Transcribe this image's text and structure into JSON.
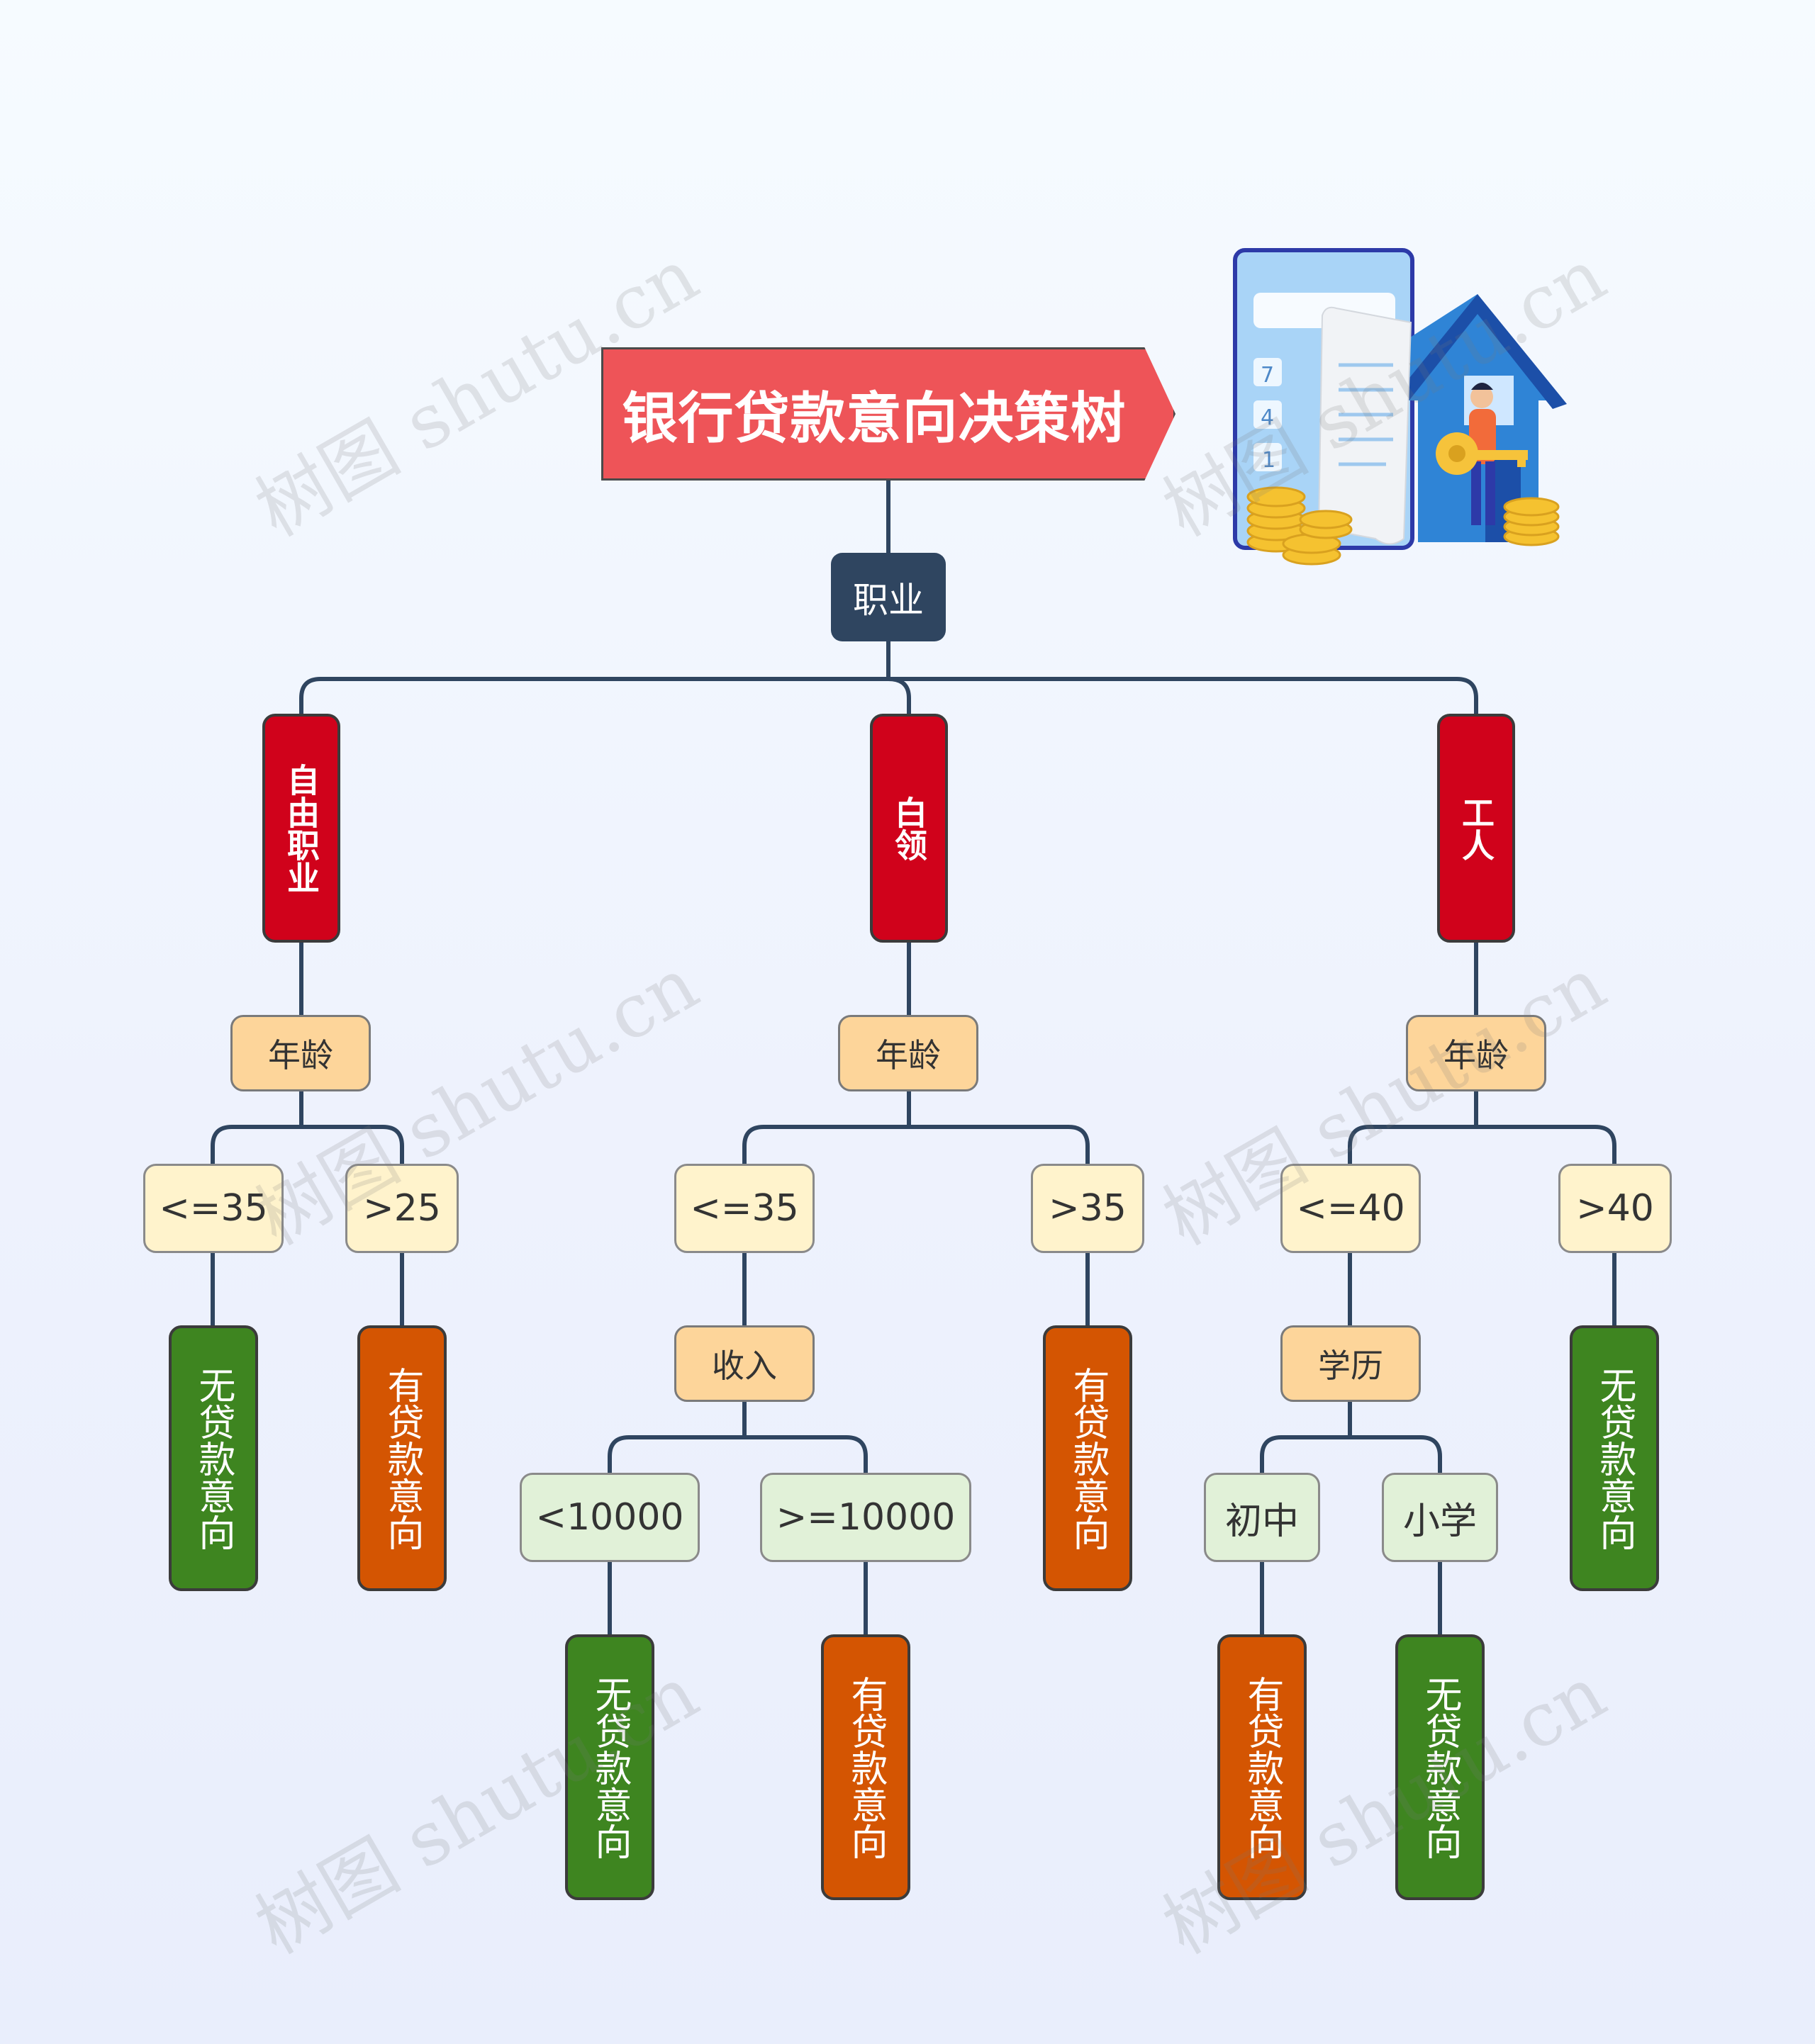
{
  "title": "银行贷款意向决策树",
  "root": "职业",
  "categories": [
    "自由职业",
    "白领",
    "工人"
  ],
  "age_label": "年龄",
  "income_label": "收入",
  "education_label": "学历",
  "conditions": {
    "free_le35": "<=35",
    "free_gt25": ">25",
    "white_le35": "<=35",
    "white_gt35": ">35",
    "worker_le40": "<=40",
    "worker_gt40": ">40",
    "income_lt": "<10000",
    "income_ge": ">=10000",
    "edu_junior": "初中",
    "edu_primary": "小学"
  },
  "leaf_yes": "有贷款意向",
  "leaf_no": "无贷款意向",
  "watermark": "树图 shutu.cn",
  "colors": {
    "title": "#ee5458",
    "root": "#2f4560",
    "category": "#d0021b",
    "attribute": "#fdd59a",
    "condition": "#fff3cc",
    "condition_alt": "#e1f1d8",
    "leaf_yes": "#d45502",
    "leaf_no": "#3e8520",
    "connector": "#2f4560"
  },
  "illustration_icons": [
    "calculator-icon",
    "house-icon",
    "receipt-icon",
    "person-with-key-icon",
    "coin-stack-icon"
  ]
}
